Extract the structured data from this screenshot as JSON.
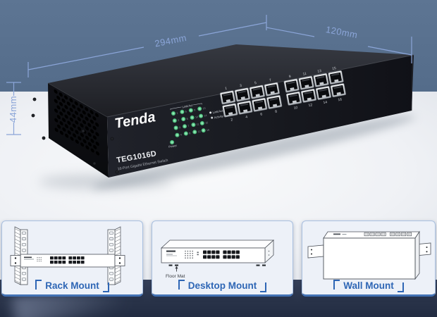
{
  "product_scene": {
    "dimension_labels": {
      "width": "294mm",
      "depth": "120mm",
      "height": "44mm"
    },
    "switch": {
      "brand": "Tenda",
      "model": "TEG1016D",
      "model_subtitle": "16-Port Gigabit Ethernet Switch",
      "led_group_label": "Link/Act",
      "power_label": "Power",
      "legend_link": "Link/Act",
      "legend_activity": "Activity",
      "led_numbers": [
        [
          "1",
          "2",
          "3",
          "4"
        ],
        [
          "5",
          "6",
          "7",
          "8"
        ],
        [
          "9",
          "10",
          "11",
          "12"
        ],
        [
          "13",
          "14",
          "15",
          "16"
        ]
      ],
      "port_numbers_top": [
        "1",
        "3",
        "5",
        "7",
        "9",
        "11",
        "13",
        "15"
      ],
      "port_numbers_bottom": [
        "2",
        "4",
        "6",
        "8",
        "10",
        "12",
        "14",
        "16"
      ],
      "port_count": 16
    }
  },
  "mounting_options": [
    {
      "title": "Rack Mount"
    },
    {
      "title": "Desktop Mount",
      "annotation": "Floor Mat"
    },
    {
      "title": "Wall Mount"
    }
  ],
  "colors": {
    "dimension_annotation": "#8ba5d8",
    "card_title": "#2e66b5",
    "card_border": "#a9c0e0",
    "led_green": "#5fd08d",
    "background_top": "#57708e",
    "background_bottom": "#2b3750"
  }
}
